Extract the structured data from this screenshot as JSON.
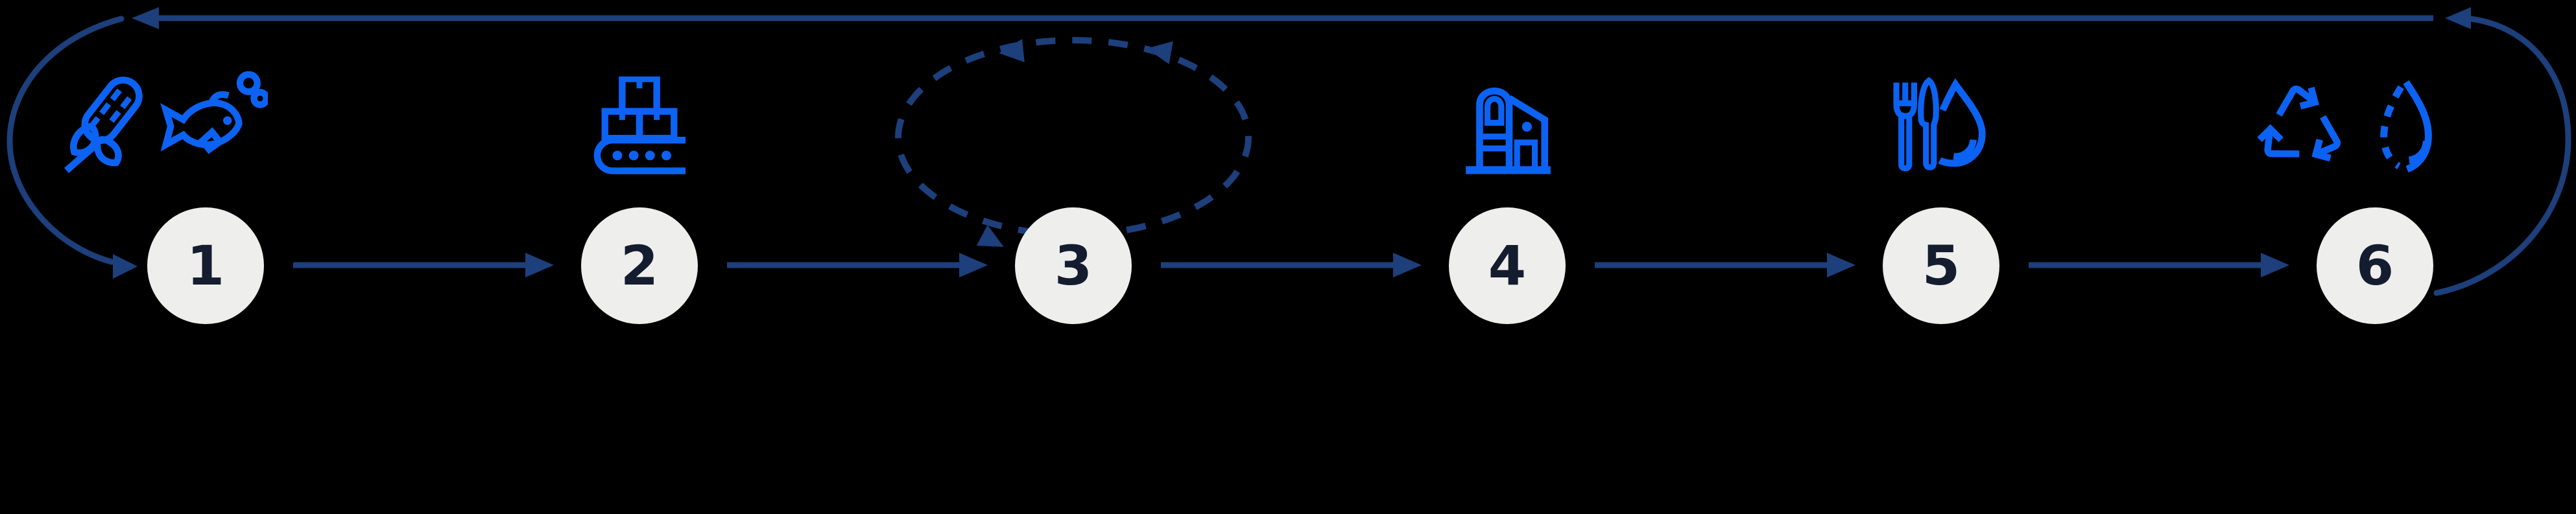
{
  "colors": {
    "background": "#000000",
    "icon_blue": "#0c63f3",
    "arrow_navy": "#1d3f7c",
    "circle_fill": "#eeefec",
    "number_color": "#141c30"
  },
  "steps": [
    {
      "number": "1",
      "icons": [
        "corn-cob-icon",
        "fish-icon"
      ]
    },
    {
      "number": "2",
      "icons": [
        "conveyor-belt-icon"
      ]
    },
    {
      "number": "3",
      "icons": [
        "dashed-recirculation-loop"
      ]
    },
    {
      "number": "4",
      "icons": [
        "barn-icon"
      ]
    },
    {
      "number": "5",
      "icons": [
        "fork-knife-water-drop-icon"
      ]
    },
    {
      "number": "6",
      "icons": [
        "recycling-arrows-icon",
        "water-drop-dashed-icon"
      ]
    }
  ],
  "arrows": {
    "forward": [
      "1-2",
      "2-3",
      "3-4",
      "4-5",
      "5-6"
    ],
    "return_loop": "6-1",
    "dashed_loop": "3-3"
  }
}
